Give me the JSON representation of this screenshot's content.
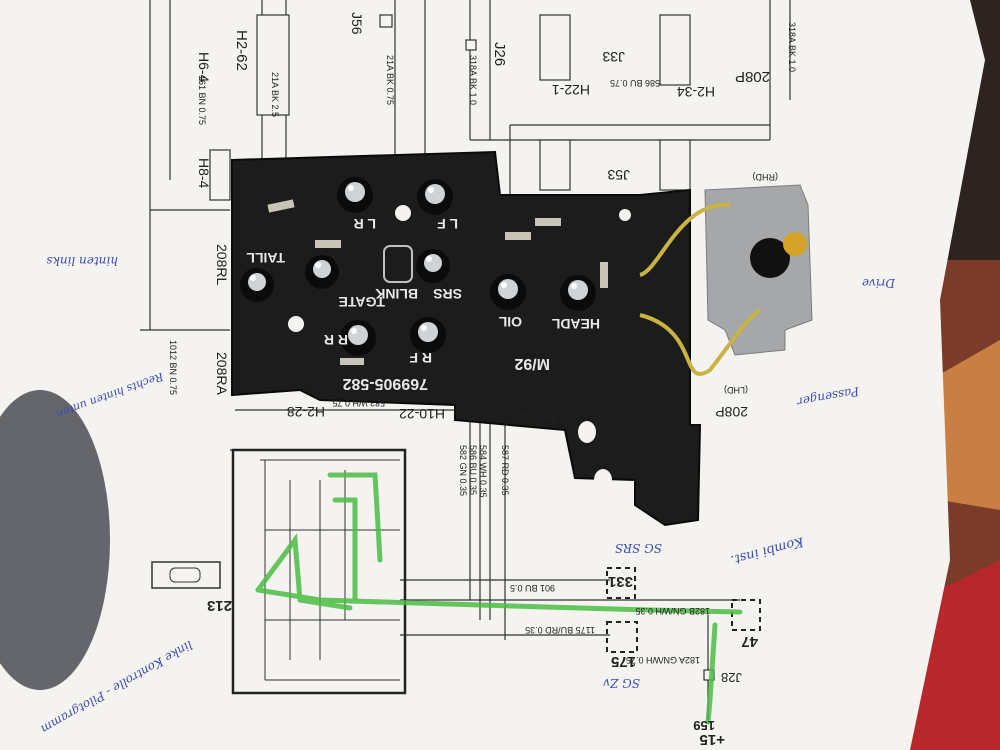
{
  "paper": {
    "connectors": [
      "H6-4",
      "H2-62",
      "J56",
      "J26",
      "J33",
      "H22-1",
      "H2-34",
      "208P",
      "J53",
      "H8-4",
      "208RL",
      "208RA",
      "H2-28",
      "H10-22",
      "H22-2",
      "J28"
    ],
    "wires": [
      "161 BN 0.75",
      "21A BK 2.5",
      "21A BK 0.75",
      "318A BK 1.0",
      "318A BK 1.0",
      "586 BU 0.75",
      "1012 BN 0.75",
      "583 WH 0.75",
      "582 GN 0.35",
      "586 BU 0.35",
      "584 WH 0.35",
      "587 RD 0.35",
      "901 BU 0.5",
      "182B GN/WH 0.35",
      "1175 BU/RD 0.35",
      "182A GN/WH 0.75"
    ],
    "boxes": [
      "331",
      "47",
      "175",
      "213"
    ],
    "terminal": "+15",
    "terminal_num": "159",
    "rhd_label": "(RHD)",
    "lhd_label": "(LHD)"
  },
  "pcb": {
    "lamp_labels": [
      "L R",
      "L F",
      "TAILL",
      "SRS",
      "BLINK",
      "TGATE",
      "R R",
      "R F",
      "OIL",
      "HEADL"
    ],
    "part_number": "769905-582",
    "date_code": "M/92"
  },
  "handwriting": {
    "notes": [
      "hinten links",
      "Rechts hinten unten",
      "Drive",
      "Passenger",
      "Kombi inst.",
      "SG SRS",
      "SG Zv",
      "linke Kontrolle - Pilotgramm"
    ]
  }
}
